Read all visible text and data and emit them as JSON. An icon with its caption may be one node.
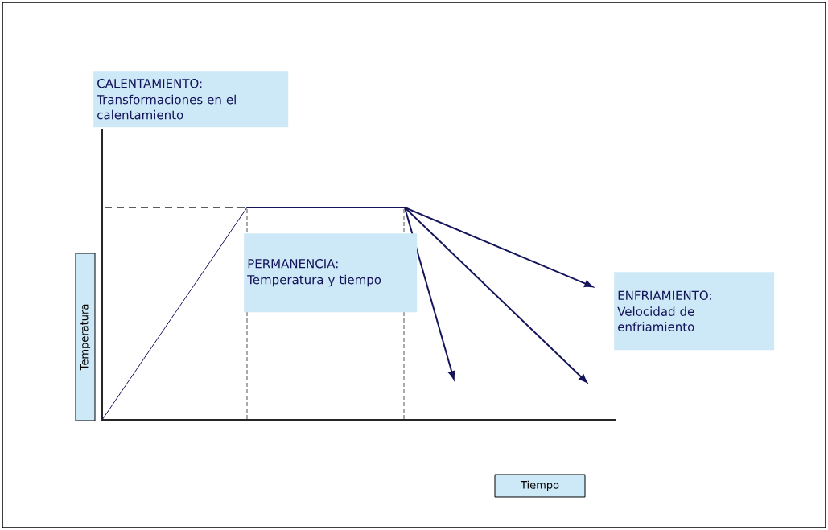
{
  "diagram": {
    "nodes": [
      {
        "text": [
          "CALENTAMIENTO:",
          "Transformaciones en el calentamiento"
        ]
      },
      {
        "text": [
          "PERMANENCIA:",
          "Temperatura y tiempo"
        ]
      },
      {
        "text": [
          "ENFRIAMIENTO:",
          "Velocidad de enfriamiento"
        ]
      },
      {
        "text": [
          "Temperatura"
        ]
      },
      {
        "text": [
          "Tiempo"
        ]
      }
    ]
  }
}
